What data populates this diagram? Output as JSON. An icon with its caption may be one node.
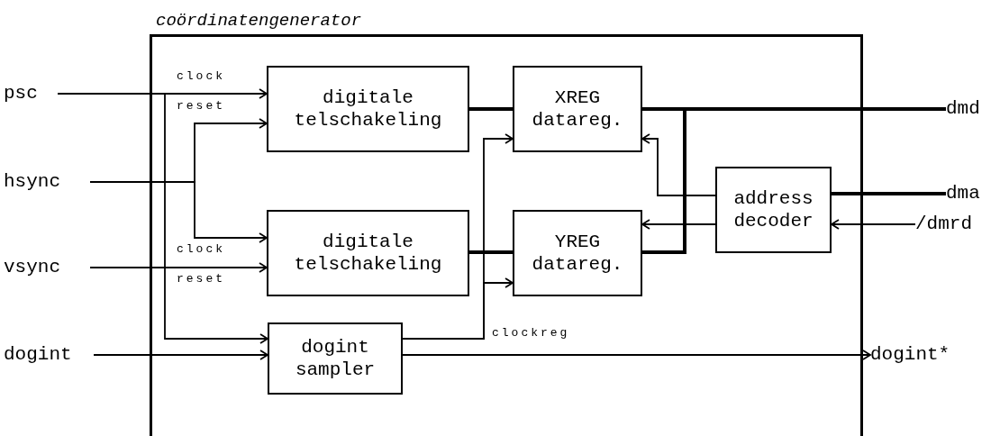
{
  "diagram": {
    "nodes": [
      {
        "text": [
          "coördinatengenerator"
        ]
      },
      {
        "text": [
          "psc"
        ]
      },
      {
        "text": [
          "hsync"
        ]
      },
      {
        "text": [
          "vsync"
        ]
      },
      {
        "text": [
          "dogint"
        ]
      },
      {
        "text": [
          "digitale telschakeling"
        ],
        "in": 0
      },
      {
        "text": [
          "digitale telschakeling"
        ],
        "in": 0
      },
      {
        "text": [
          "XREG datareg."
        ],
        "in": 0
      },
      {
        "text": [
          "YREG datareg."
        ],
        "in": 0
      },
      {
        "text": [
          "address decoder"
        ],
        "in": 0
      },
      {
        "text": [
          "dogint sampler"
        ],
        "in": 0
      },
      {
        "text": [
          "dmd"
        ]
      },
      {
        "text": [
          "dma"
        ]
      },
      {
        "text": [
          "/dmrd"
        ]
      },
      {
        "text": [
          "dogint*"
        ]
      }
    ],
    "edges": [
      {
        "from": 1,
        "to": 5,
        "arrow": "to"
      },
      {
        "from": 1,
        "to": 10,
        "arrow": "to"
      },
      {
        "from": 2,
        "to": 5,
        "arrow": "to"
      },
      {
        "from": 2,
        "to": 6,
        "arrow": "to"
      },
      {
        "from": 3,
        "to": 6,
        "arrow": "to"
      },
      {
        "from": 4,
        "to": 10,
        "arrow": "to"
      },
      {
        "from": 10,
        "to": 14,
        "arrow": "to"
      },
      {
        "from": 10,
        "to": 7,
        "arrow": "to"
      },
      {
        "from": 10,
        "to": 8,
        "arrow": "to"
      },
      {
        "from": 5,
        "to": 7,
        "arrow": "none",
        "style": "thick"
      },
      {
        "from": 6,
        "to": 8,
        "arrow": "none",
        "style": "thick"
      },
      {
        "from": 7,
        "to": 11,
        "arrow": "none",
        "style": "thick"
      },
      {
        "from": 8,
        "to": 11,
        "arrow": "none",
        "style": "thick"
      },
      {
        "from": 9,
        "to": 12,
        "arrow": "none",
        "style": "thick"
      },
      {
        "from": 13,
        "to": 9,
        "arrow": "to"
      },
      {
        "from": 9,
        "to": 7,
        "arrow": "to"
      },
      {
        "from": 9,
        "to": 8,
        "arrow": "to"
      }
    ],
    "labels": [
      "clock",
      "reset",
      "clock",
      "reset",
      "clockreg"
    ]
  }
}
